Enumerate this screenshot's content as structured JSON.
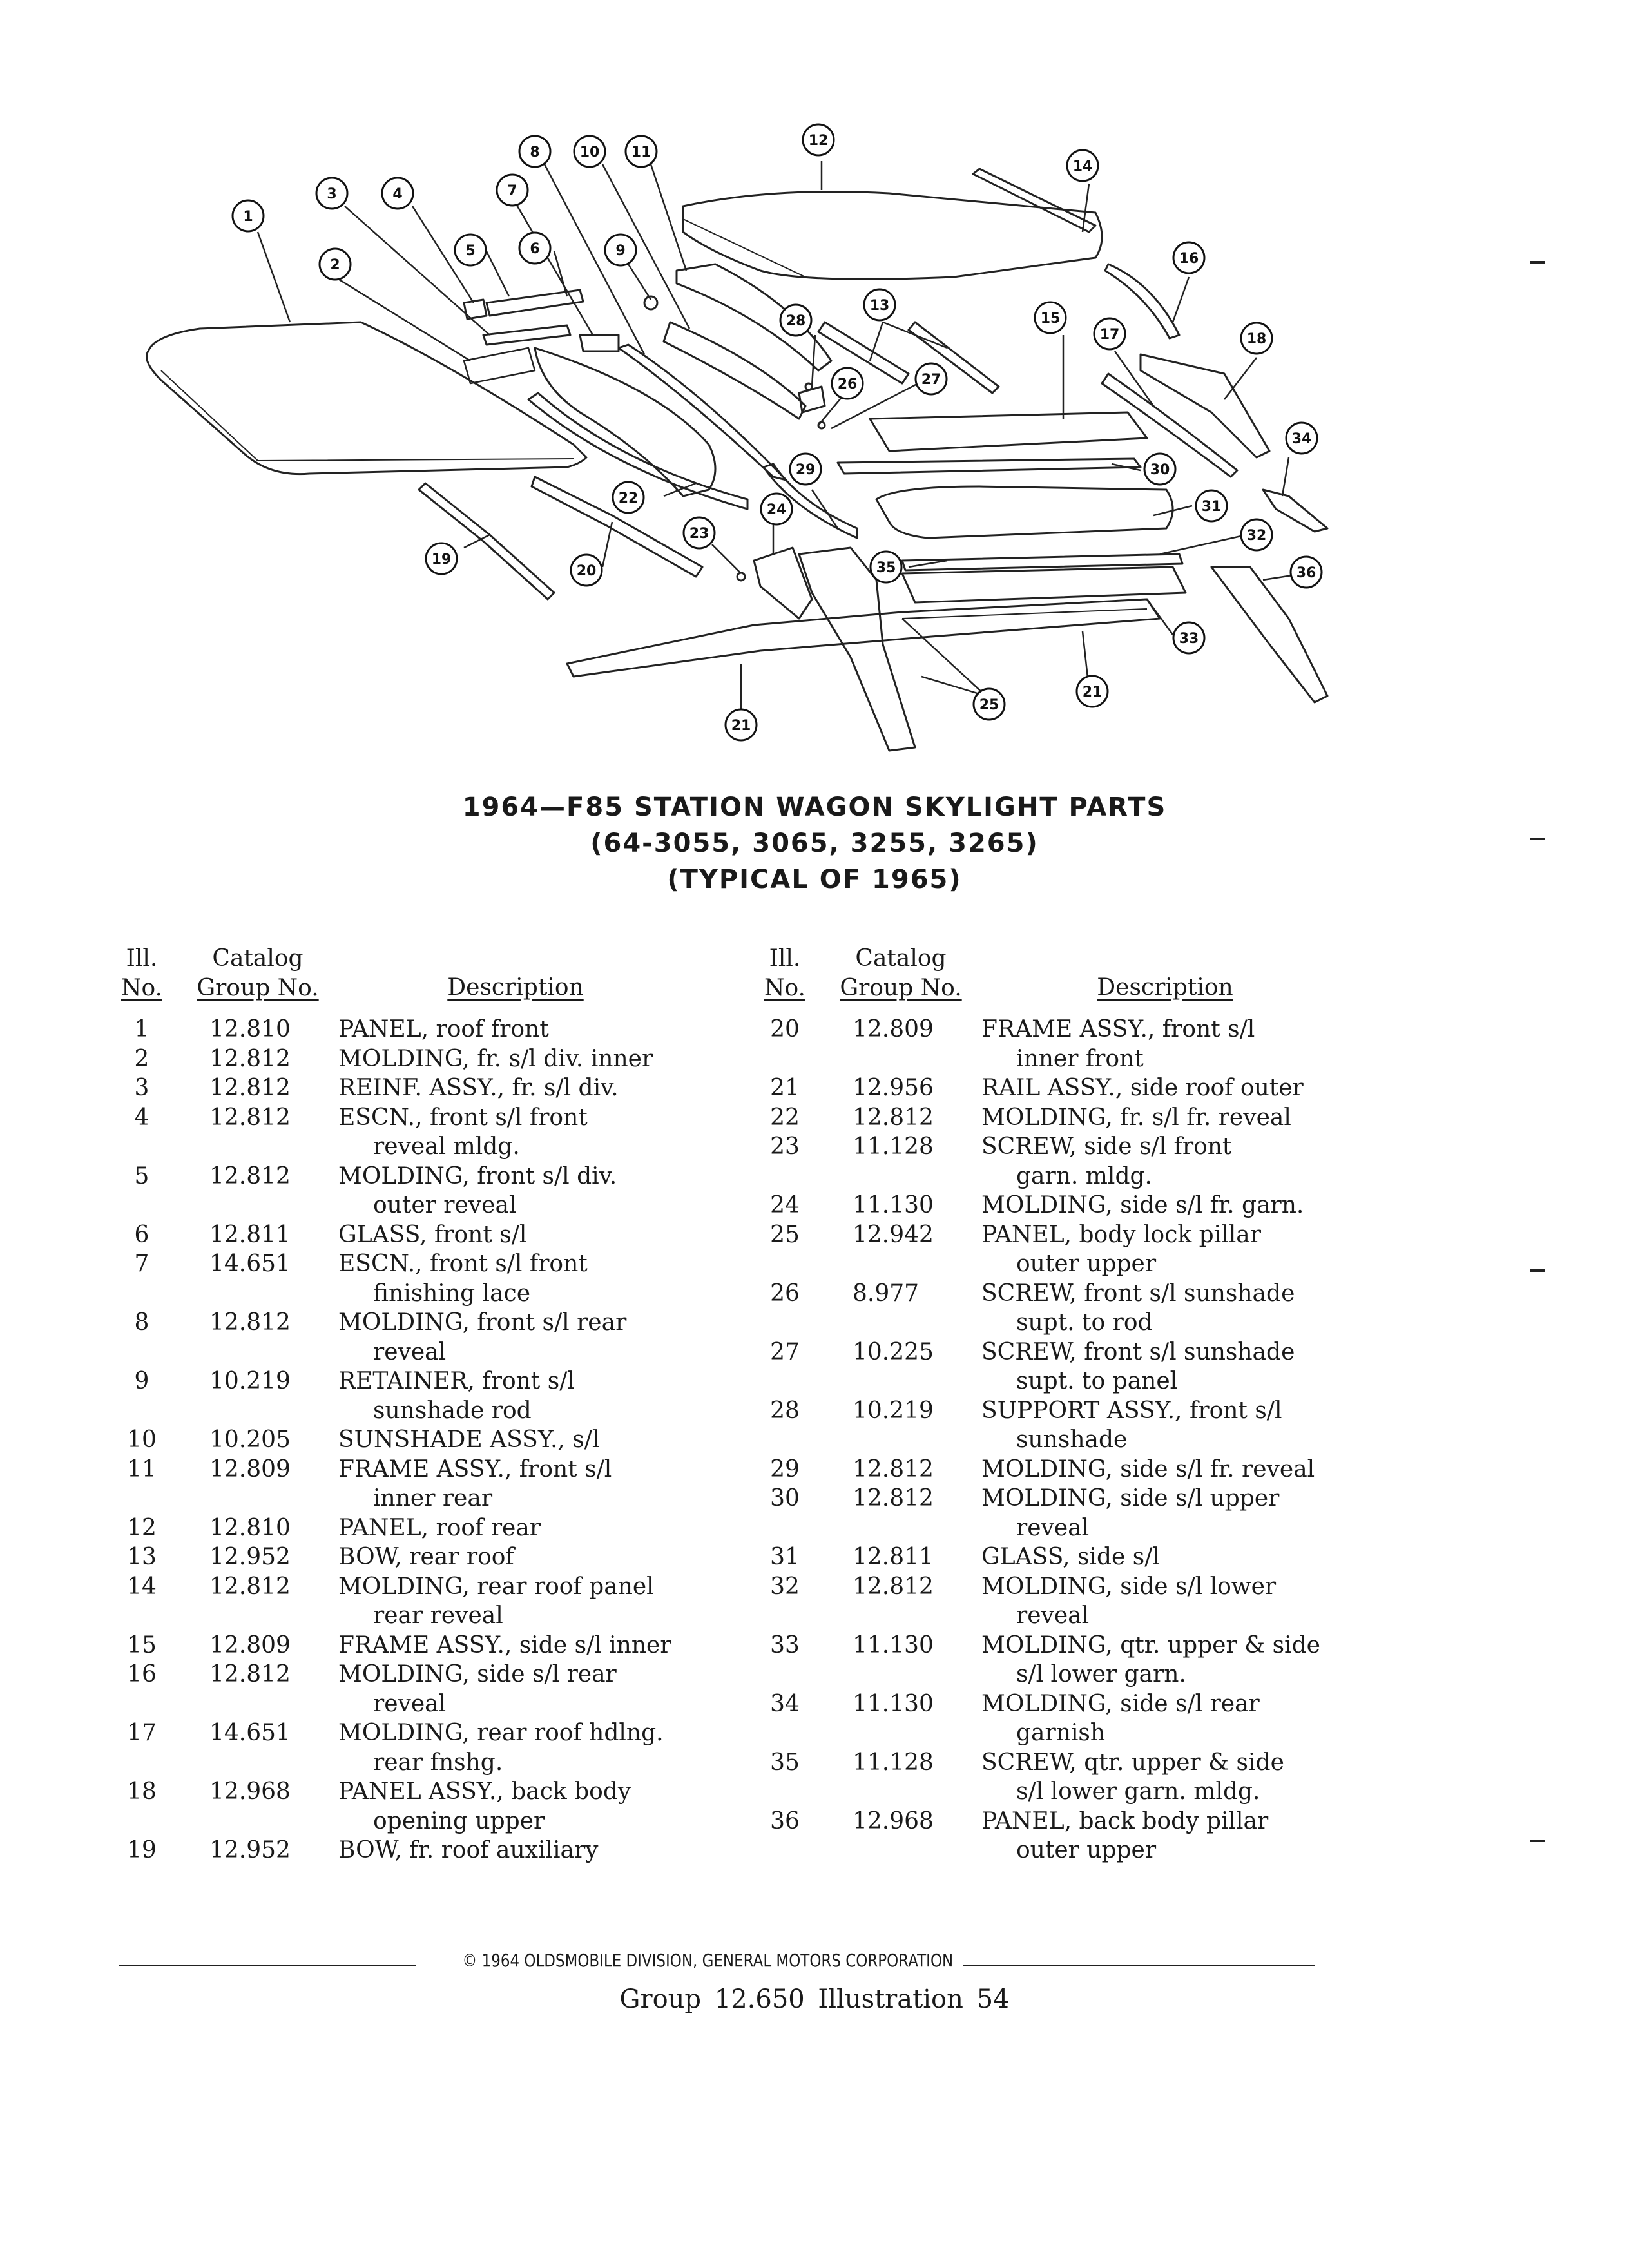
{
  "callouts": [
    "1",
    "2",
    "3",
    "4",
    "5",
    "6",
    "7",
    "8",
    "10",
    "11",
    "9",
    "12",
    "14",
    "16",
    "28",
    "13",
    "15",
    "17",
    "18",
    "26",
    "27",
    "34",
    "30",
    "29",
    "31",
    "22",
    "24",
    "23",
    "32",
    "19",
    "20",
    "35",
    "36",
    "33",
    "25",
    "21",
    "21"
  ],
  "title": {
    "line1": "1964—F85 STATION WAGON SKYLIGHT PARTS",
    "line2": "(64-3055, 3065, 3255, 3265)",
    "line3": "(TYPICAL OF 1965)"
  },
  "headers": {
    "ill_top": "Ill.",
    "ill_bottom": "No.",
    "cat_top": "Catalog",
    "cat_bottom": "Group No.",
    "desc": "Description"
  },
  "parts_left": [
    {
      "ill": "1",
      "group": "12.810",
      "desc": "PANEL, roof front",
      "desc2": ""
    },
    {
      "ill": "2",
      "group": "12.812",
      "desc": "MOLDING, fr. s/l div. inner",
      "desc2": ""
    },
    {
      "ill": "3",
      "group": "12.812",
      "desc": "REINF. ASSY., fr. s/l div.",
      "desc2": ""
    },
    {
      "ill": "4",
      "group": "12.812",
      "desc": "ESCN., front s/l front",
      "desc2": "reveal mldg."
    },
    {
      "ill": "5",
      "group": "12.812",
      "desc": "MOLDING, front s/l div.",
      "desc2": "outer reveal"
    },
    {
      "ill": "6",
      "group": "12.811",
      "desc": "GLASS, front s/l",
      "desc2": ""
    },
    {
      "ill": "7",
      "group": "14.651",
      "desc": "ESCN., front s/l front",
      "desc2": "finishing lace"
    },
    {
      "ill": "8",
      "group": "12.812",
      "desc": "MOLDING, front s/l rear",
      "desc2": "reveal"
    },
    {
      "ill": "9",
      "group": "10.219",
      "desc": "RETAINER, front s/l",
      "desc2": "sunshade rod"
    },
    {
      "ill": "10",
      "group": "10.205",
      "desc": "SUNSHADE ASSY., s/l",
      "desc2": ""
    },
    {
      "ill": "11",
      "group": "12.809",
      "desc": "FRAME ASSY., front s/l",
      "desc2": "inner rear"
    },
    {
      "ill": "12",
      "group": "12.810",
      "desc": "PANEL, roof rear",
      "desc2": ""
    },
    {
      "ill": "13",
      "group": "12.952",
      "desc": "BOW, rear roof",
      "desc2": ""
    },
    {
      "ill": "14",
      "group": "12.812",
      "desc": "MOLDING, rear roof panel",
      "desc2": "rear reveal"
    },
    {
      "ill": "15",
      "group": "12.809",
      "desc": "FRAME ASSY., side s/l inner",
      "desc2": ""
    },
    {
      "ill": "16",
      "group": "12.812",
      "desc": "MOLDING, side s/l rear",
      "desc2": "reveal"
    },
    {
      "ill": "17",
      "group": "14.651",
      "desc": "MOLDING, rear roof hdlng.",
      "desc2": "rear fnshg."
    },
    {
      "ill": "18",
      "group": "12.968",
      "desc": "PANEL ASSY., back body",
      "desc2": "opening upper"
    },
    {
      "ill": "19",
      "group": "12.952",
      "desc": "BOW, fr. roof auxiliary",
      "desc2": ""
    }
  ],
  "parts_right": [
    {
      "ill": "20",
      "group": "12.809",
      "desc": "FRAME ASSY., front s/l",
      "desc2": "inner front"
    },
    {
      "ill": "21",
      "group": "12.956",
      "desc": "RAIL ASSY., side roof outer",
      "desc2": ""
    },
    {
      "ill": "22",
      "group": "12.812",
      "desc": "MOLDING, fr. s/l fr. reveal",
      "desc2": ""
    },
    {
      "ill": "23",
      "group": "11.128",
      "desc": "SCREW, side s/l front",
      "desc2": "garn. mldg."
    },
    {
      "ill": "24",
      "group": "11.130",
      "desc": "MOLDING, side s/l fr. garn.",
      "desc2": ""
    },
    {
      "ill": "25",
      "group": "12.942",
      "desc": "PANEL, body lock pillar",
      "desc2": "outer upper"
    },
    {
      "ill": "26",
      "group": "8.977",
      "desc": "SCREW, front s/l sunshade",
      "desc2": "supt. to rod"
    },
    {
      "ill": "27",
      "group": "10.225",
      "desc": "SCREW, front s/l sunshade",
      "desc2": "supt. to panel"
    },
    {
      "ill": "28",
      "group": "10.219",
      "desc": "SUPPORT ASSY., front s/l",
      "desc2": "sunshade"
    },
    {
      "ill": "29",
      "group": "12.812",
      "desc": "MOLDING, side s/l fr. reveal",
      "desc2": ""
    },
    {
      "ill": "30",
      "group": "12.812",
      "desc": "MOLDING, side s/l upper",
      "desc2": "reveal"
    },
    {
      "ill": "31",
      "group": "12.811",
      "desc": "GLASS, side s/l",
      "desc2": ""
    },
    {
      "ill": "32",
      "group": "12.812",
      "desc": "MOLDING, side s/l lower",
      "desc2": "reveal"
    },
    {
      "ill": "33",
      "group": "11.130",
      "desc": "MOLDING, qtr. upper & side",
      "desc2": "s/l lower garn."
    },
    {
      "ill": "34",
      "group": "11.130",
      "desc": "MOLDING, side s/l rear",
      "desc2": "garnish"
    },
    {
      "ill": "35",
      "group": "11.128",
      "desc": "SCREW, qtr. upper & side",
      "desc2": "s/l lower garn. mldg."
    },
    {
      "ill": "36",
      "group": "12.968",
      "desc": "PANEL, back body pillar",
      "desc2": "outer upper"
    }
  ],
  "footer": {
    "copyright": "© 1964 OLDSMOBILE DIVISION, GENERAL MOTORS CORPORATION",
    "group": "Group 12.650   Illustration 54"
  }
}
